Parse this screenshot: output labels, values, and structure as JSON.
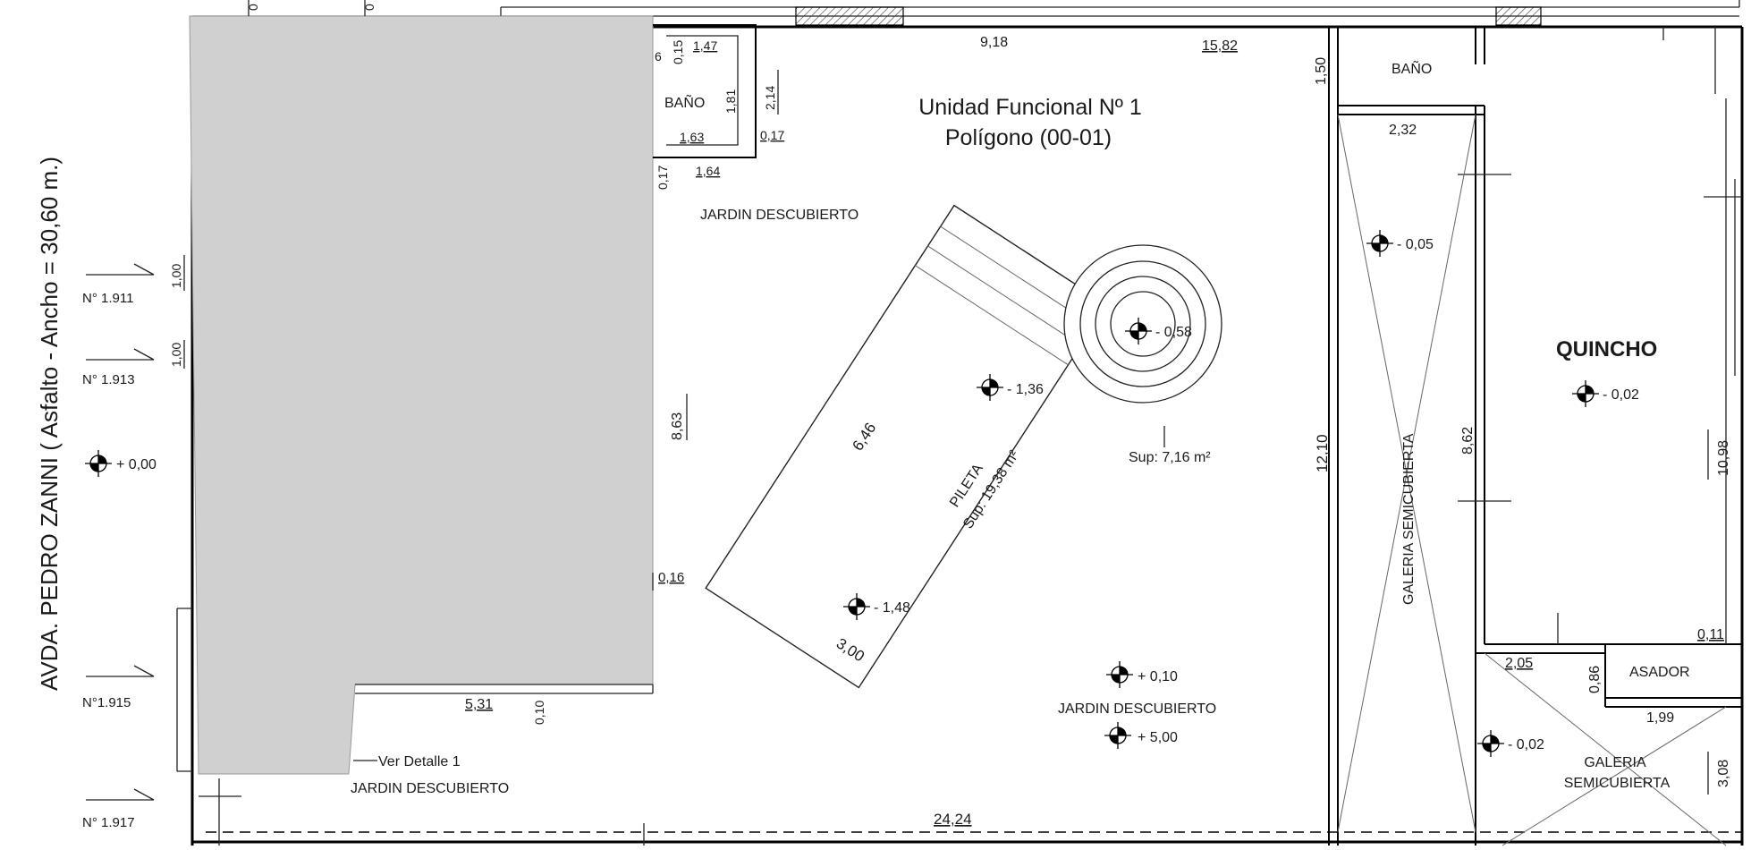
{
  "street": "AVDA. PEDRO ZANNI ( Asfalto - Ancho = 30,60 m.)",
  "unit_title": "Unidad Funcional Nº 1",
  "polygon": "Polígono (00-01)",
  "rooms": {
    "bath_left": "BAÑO",
    "bath_right": "BAÑO",
    "garden_top": "JARDIN DESCUBIERTO",
    "garden_mid": "JARDIN DESCUBIERTO",
    "garden_bottom": "JARDIN DESCUBIERTO",
    "gallery_vertical": "GALERIA SEMICUBIERTA",
    "gallery_lower_1": "GALERIA",
    "gallery_lower_2": "SEMICUBIERTA",
    "quincho": "QUINCHO",
    "asador": "ASADOR"
  },
  "pool": {
    "label": "PILETA",
    "area": "Sup: 19,38 m²",
    "length": "6,46",
    "width": "3,00",
    "round_area": "Sup: 7,16 m²"
  },
  "house_numbers": [
    "N° 1.911",
    "N° 1.913",
    "N°1.915",
    "N° 1.917"
  ],
  "levels": {
    "street": "+ 0,00",
    "gallery": "- 0,05",
    "round": "- 0,58",
    "pool_top": "- 1,36",
    "pool_bottom": "- 1,48",
    "garden": "+ 0,10",
    "garden_2": "+ 5,00",
    "quincho": "- 0,02",
    "gallery_lower": "- 0,02"
  },
  "dims": {
    "d_6": "6",
    "d_015": "0,15",
    "d_147": "1,47",
    "d_181": "1,81",
    "d_214": "2,14",
    "d_163": "1,63",
    "d_017a": "0,17",
    "d_017b": "0,17",
    "d_164": "1,64",
    "d_918": "9,18",
    "d_1582": "15,82",
    "d_150": "1,50",
    "d_232": "2,32",
    "d_100a": "1,00",
    "d_100b": "1,00",
    "d_863": "8,63",
    "d_016": "0,16",
    "d_531": "5,31",
    "d_010": "0,10",
    "d_2424": "24,24",
    "d_1210": "12,10",
    "d_862": "8,62",
    "d_1098": "10,98",
    "d_011": "0,11",
    "d_205": "2,05",
    "d_086": "0,86",
    "d_199": "1,99",
    "d_308": "3,08",
    "d_0a": "0",
    "d_0b": "0"
  },
  "detail_note": "Ver Detalle 1"
}
